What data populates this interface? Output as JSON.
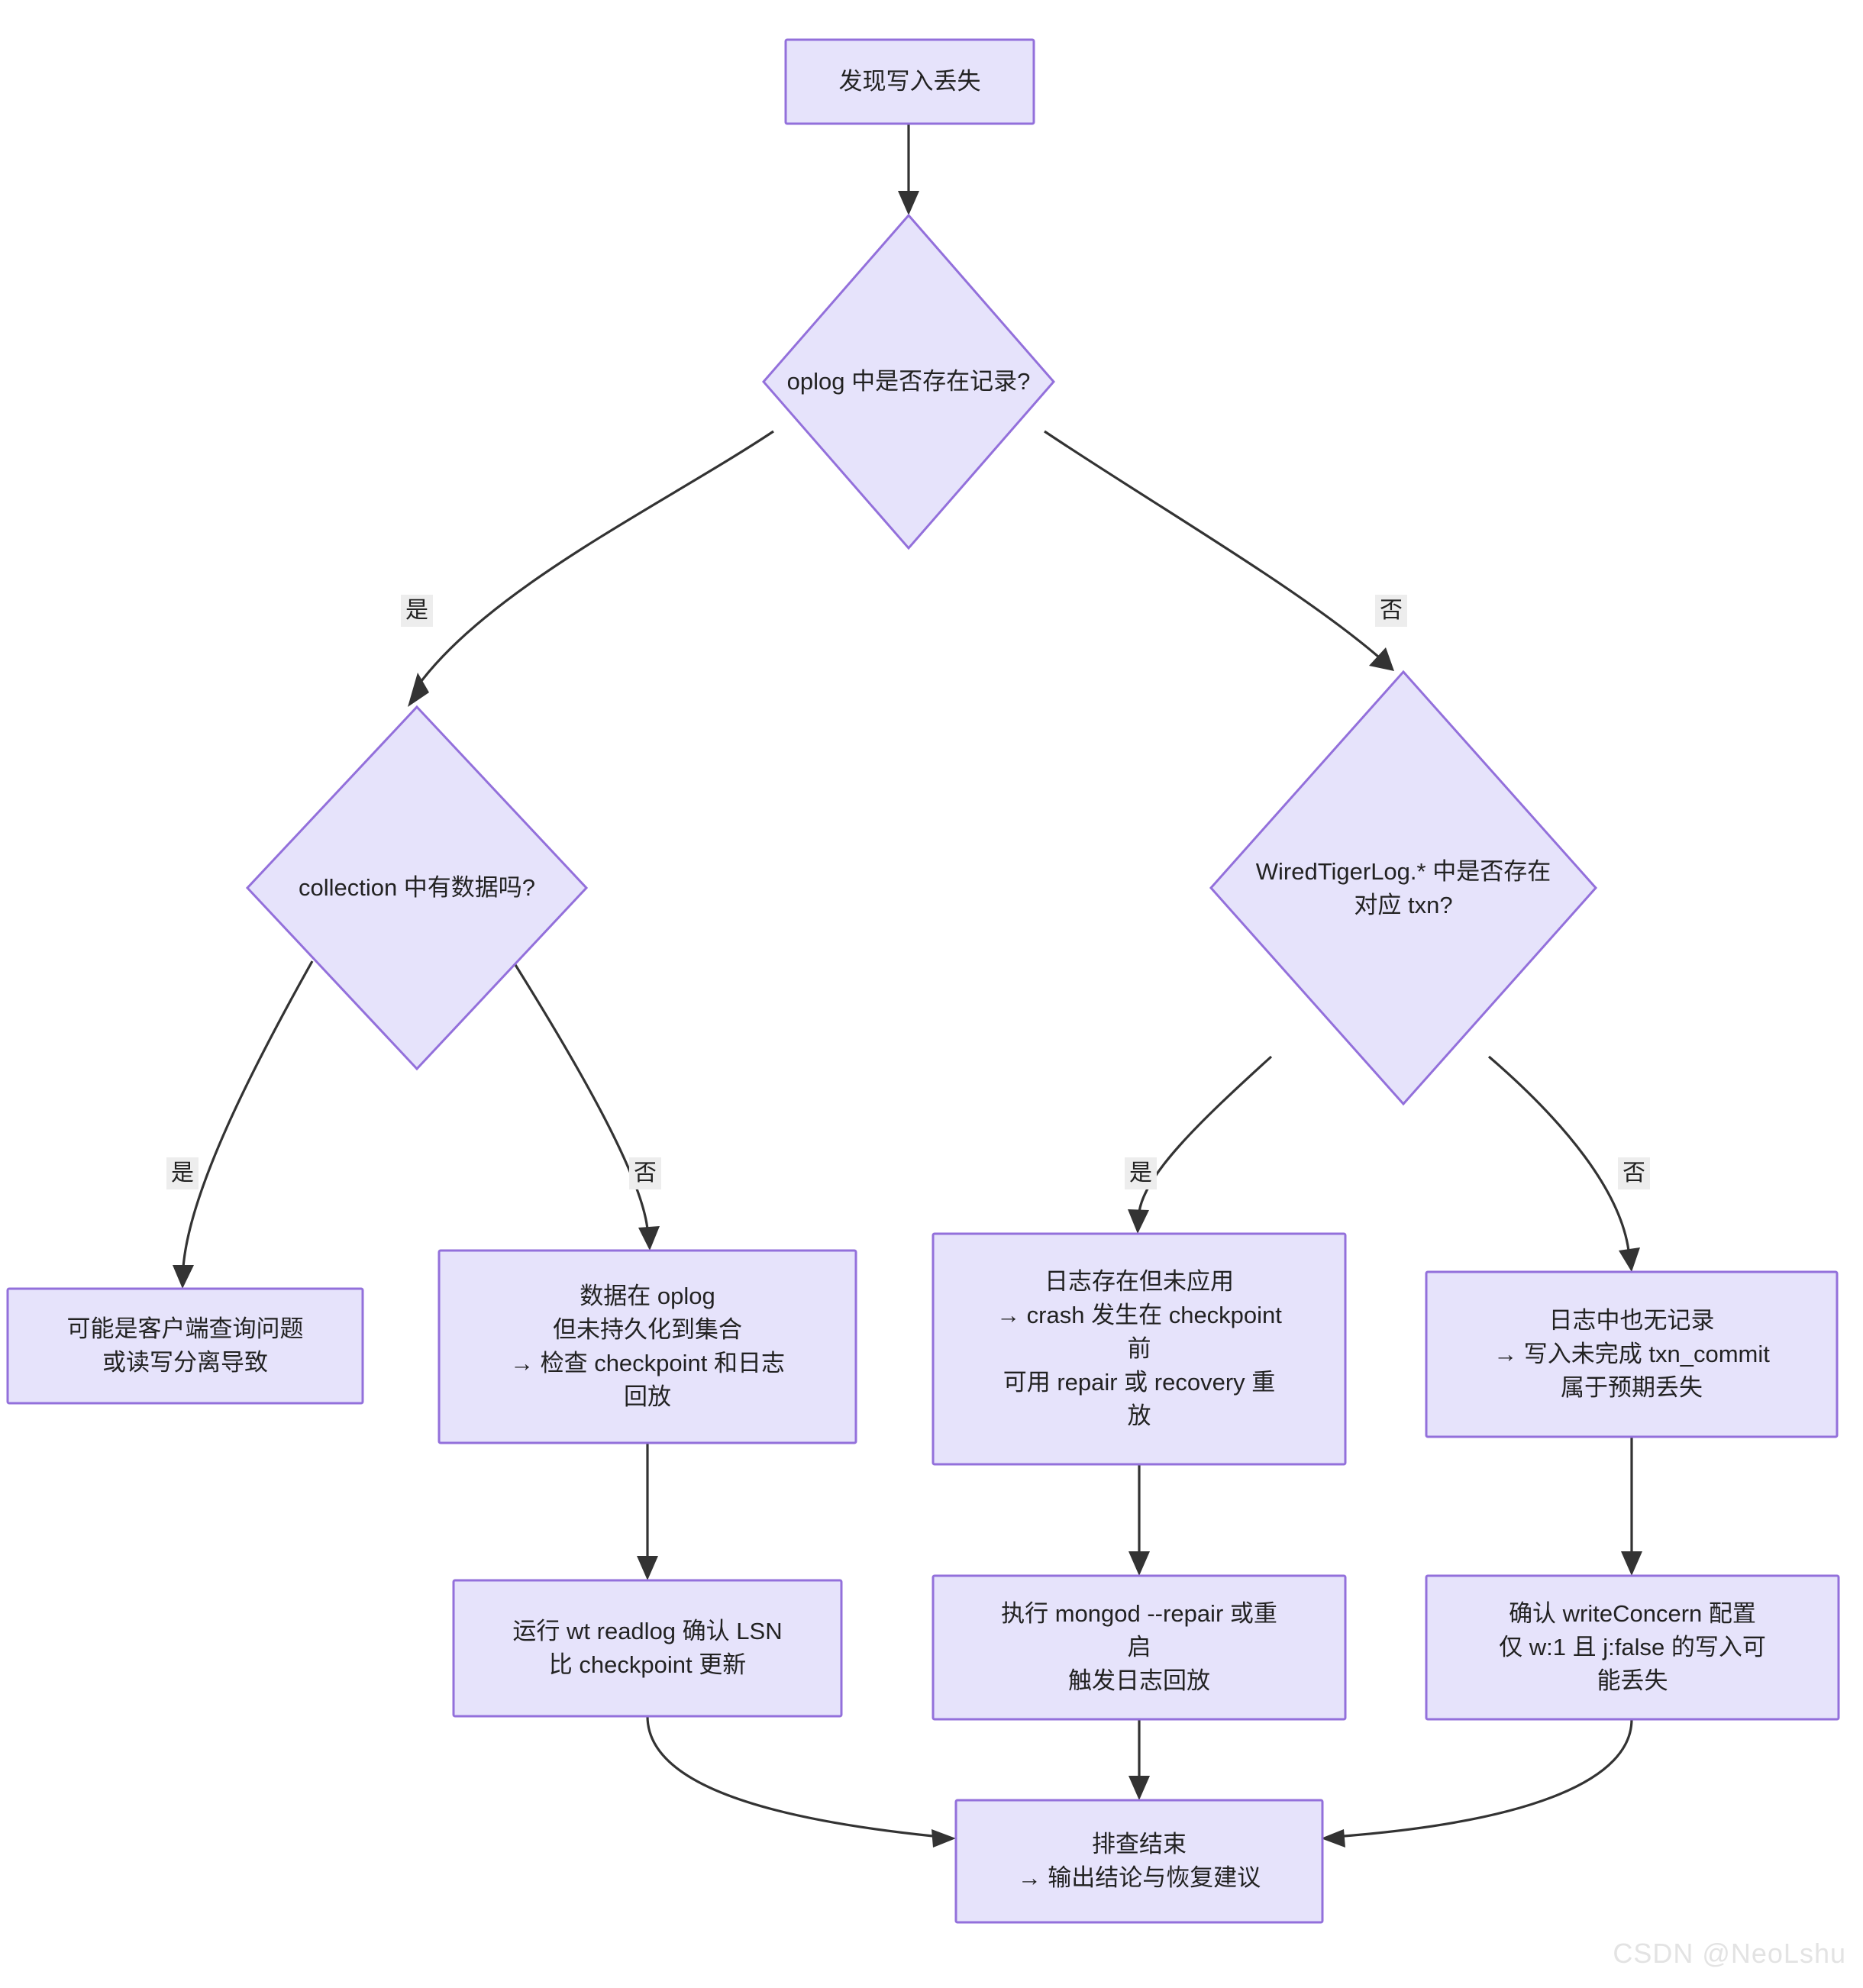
{
  "diagram": {
    "type": "flowchart",
    "title_visible": false,
    "colors": {
      "node_fill": "#e6e3fb",
      "node_border": "#9370db",
      "edge_stroke": "#333333",
      "edge_label_bg": "#ededed",
      "text": "#222222",
      "background": "#ffffff",
      "watermark": "#e3e3e3"
    },
    "nodes": [
      {
        "id": "start",
        "shape": "rect",
        "text": "发现写入丢失"
      },
      {
        "id": "d_oplog",
        "shape": "diamond",
        "text": "oplog 中是否存在记录?"
      },
      {
        "id": "d_coll",
        "shape": "diamond",
        "text": "collection 中有数据吗?"
      },
      {
        "id": "d_wtlog",
        "shape": "diamond",
        "text": "WiredTigerLog.* 中是否存在\n对应 txn?"
      },
      {
        "id": "client",
        "shape": "rect",
        "text": "可能是客户端查询问题\n或读写分离导致"
      },
      {
        "id": "oplog_only",
        "shape": "rect",
        "text": "数据在 oplog\n但未持久化到集合\n→ 检查 checkpoint 和日志\n回放"
      },
      {
        "id": "log_unapp",
        "shape": "rect",
        "text": "日志存在但未应用\n→ crash 发生在 checkpoint\n前\n可用 repair 或 recovery 重\n放"
      },
      {
        "id": "no_log",
        "shape": "rect",
        "text": "日志中也无记录\n→ 写入未完成 txn_commit\n属于预期丢失"
      },
      {
        "id": "readlog",
        "shape": "rect",
        "text": "运行 wt readlog 确认 LSN\n比 checkpoint 更新"
      },
      {
        "id": "repair",
        "shape": "rect",
        "text": "执行 mongod --repair 或重\n启\n触发日志回放"
      },
      {
        "id": "wconcern",
        "shape": "rect",
        "text": "确认 writeConcern 配置\n仅 w:1 且 j:false 的写入可\n能丢失"
      },
      {
        "id": "end",
        "shape": "rect",
        "text": "排查结束\n→ 输出结论与恢复建议"
      }
    ],
    "edges": [
      {
        "from": "start",
        "to": "d_oplog",
        "label": ""
      },
      {
        "from": "d_oplog",
        "to": "d_coll",
        "label": "是"
      },
      {
        "from": "d_oplog",
        "to": "d_wtlog",
        "label": "否"
      },
      {
        "from": "d_coll",
        "to": "client",
        "label": "是"
      },
      {
        "from": "d_coll",
        "to": "oplog_only",
        "label": "否"
      },
      {
        "from": "d_wtlog",
        "to": "log_unapp",
        "label": "是"
      },
      {
        "from": "d_wtlog",
        "to": "no_log",
        "label": "否"
      },
      {
        "from": "oplog_only",
        "to": "readlog",
        "label": ""
      },
      {
        "from": "log_unapp",
        "to": "repair",
        "label": ""
      },
      {
        "from": "no_log",
        "to": "wconcern",
        "label": ""
      },
      {
        "from": "readlog",
        "to": "end",
        "label": ""
      },
      {
        "from": "repair",
        "to": "end",
        "label": ""
      },
      {
        "from": "wconcern",
        "to": "end",
        "label": ""
      }
    ],
    "edge_labels": [
      {
        "id": "lbl_oplog_yes",
        "text": "是"
      },
      {
        "id": "lbl_oplog_no",
        "text": "否"
      },
      {
        "id": "lbl_coll_yes",
        "text": "是"
      },
      {
        "id": "lbl_coll_no",
        "text": "否"
      },
      {
        "id": "lbl_wt_yes",
        "text": "是"
      },
      {
        "id": "lbl_wt_no",
        "text": "否"
      }
    ]
  },
  "watermark": {
    "text": "CSDN @NeoLshu"
  }
}
